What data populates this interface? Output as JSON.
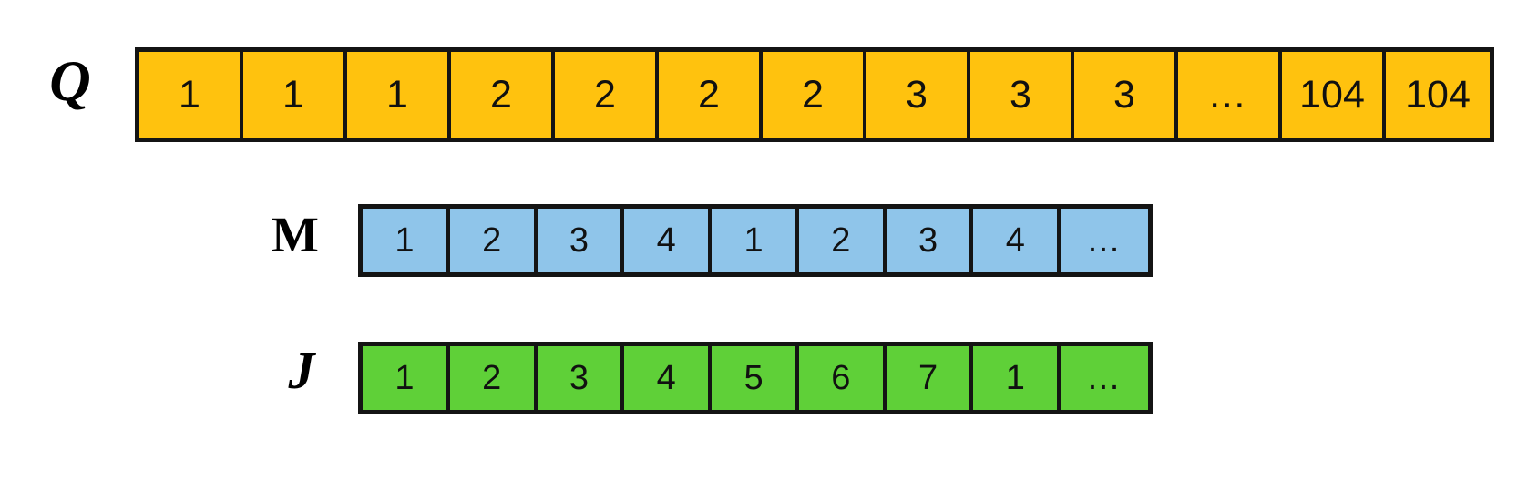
{
  "diagram": {
    "type": "array-index-diagram",
    "background_color": "#ffffff",
    "border_color": "#141414",
    "rows": [
      {
        "id": "q",
        "label": "Q",
        "label_style": "bold-italic-serif",
        "color": "#FFC20E",
        "color_name": "yellow",
        "cell_count": 13,
        "cells": [
          "1",
          "1",
          "1",
          "2",
          "2",
          "2",
          "2",
          "3",
          "3",
          "3",
          "…",
          "104",
          "104"
        ]
      },
      {
        "id": "m",
        "label": "M",
        "label_style": "bold-roman-serif",
        "color": "#8FC5EA",
        "color_name": "light-blue",
        "cell_count": 9,
        "cells": [
          "1",
          "2",
          "3",
          "4",
          "1",
          "2",
          "3",
          "4",
          "…"
        ]
      },
      {
        "id": "j",
        "label": "J",
        "label_style": "bold-italic-serif",
        "color": "#5FD038",
        "color_name": "green",
        "cell_count": 9,
        "cells": [
          "1",
          "2",
          "3",
          "4",
          "5",
          "6",
          "7",
          "1",
          "…"
        ]
      }
    ]
  }
}
